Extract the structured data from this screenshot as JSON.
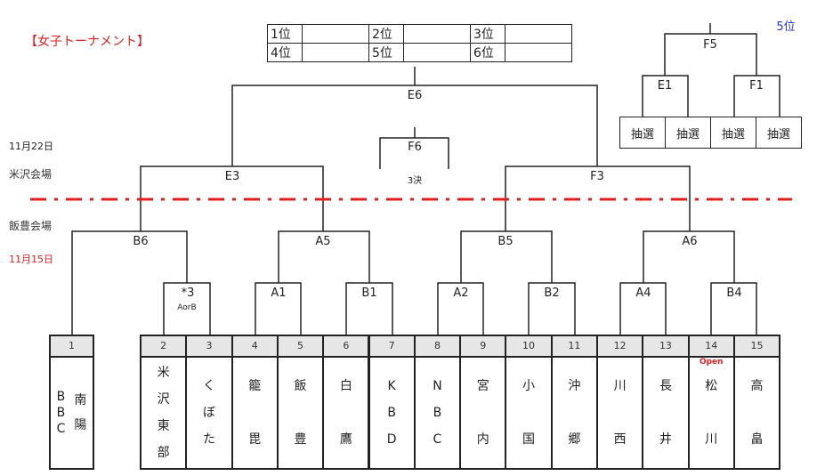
{
  "title": "【女子トーナメント】",
  "side_labels": {
    "date_upper": "11月22日",
    "venue_upper": "米沢会場",
    "venue_lower": "飯豊会場",
    "date_lower": "11月15日"
  },
  "ranking_table": [
    [
      {
        "label": "1位",
        "value": ""
      },
      {
        "label": "2位",
        "value": ""
      },
      {
        "label": "3位",
        "value": ""
      }
    ],
    [
      {
        "label": "4位",
        "value": ""
      },
      {
        "label": "5位",
        "value": ""
      },
      {
        "label": "6位",
        "value": ""
      }
    ]
  ],
  "fifth_place": {
    "label": "5位",
    "final": "F5",
    "semis": [
      "E1",
      "F1"
    ],
    "draws": [
      "抽選",
      "抽選",
      "抽選",
      "抽選"
    ]
  },
  "matches": {
    "final": "E6",
    "third_place": "F6",
    "third_place_note": "3決",
    "semi_left": "E3",
    "semi_right": "F3",
    "qf": [
      "B6",
      "A5",
      "B5",
      "A6"
    ],
    "r1": [
      "*3",
      "A1",
      "B1",
      "A2",
      "B2",
      "A4",
      "B4"
    ],
    "r1_note": "AorB"
  },
  "colors": {
    "title": "#e02020",
    "divider": "#e02020",
    "fifth_place_label": "#2233cc",
    "open_badge": "#e02020",
    "header_bg": "#e6e6e6"
  },
  "teams": [
    {
      "num": "1",
      "name_cols": [
        [
          "B",
          "B",
          "C"
        ],
        [
          "南",
          "陽"
        ]
      ]
    },
    {
      "num": "2",
      "name": [
        "米",
        "沢",
        "東",
        "部"
      ]
    },
    {
      "num": "3",
      "name": [
        "く",
        "ぼ",
        "た"
      ]
    },
    {
      "num": "4",
      "name": [
        "籠",
        "",
        "毘"
      ]
    },
    {
      "num": "5",
      "name": [
        "飯",
        "",
        "豊"
      ]
    },
    {
      "num": "6",
      "name": [
        "白",
        "",
        "鷹"
      ]
    },
    {
      "num": "7",
      "name": [
        "K",
        "B",
        "D"
      ]
    },
    {
      "num": "8",
      "name": [
        "N",
        "B",
        "C"
      ]
    },
    {
      "num": "9",
      "name": [
        "宮",
        "",
        "内"
      ]
    },
    {
      "num": "10",
      "name": [
        "小",
        "",
        "国"
      ]
    },
    {
      "num": "11",
      "name": [
        "沖",
        "",
        "郷"
      ]
    },
    {
      "num": "12",
      "name": [
        "川",
        "",
        "西"
      ]
    },
    {
      "num": "13",
      "name": [
        "長",
        "",
        "井"
      ]
    },
    {
      "num": "14",
      "name": [
        "松",
        "",
        "川"
      ],
      "badge": "Open"
    },
    {
      "num": "15",
      "name": [
        "高",
        "",
        "畠"
      ]
    }
  ]
}
